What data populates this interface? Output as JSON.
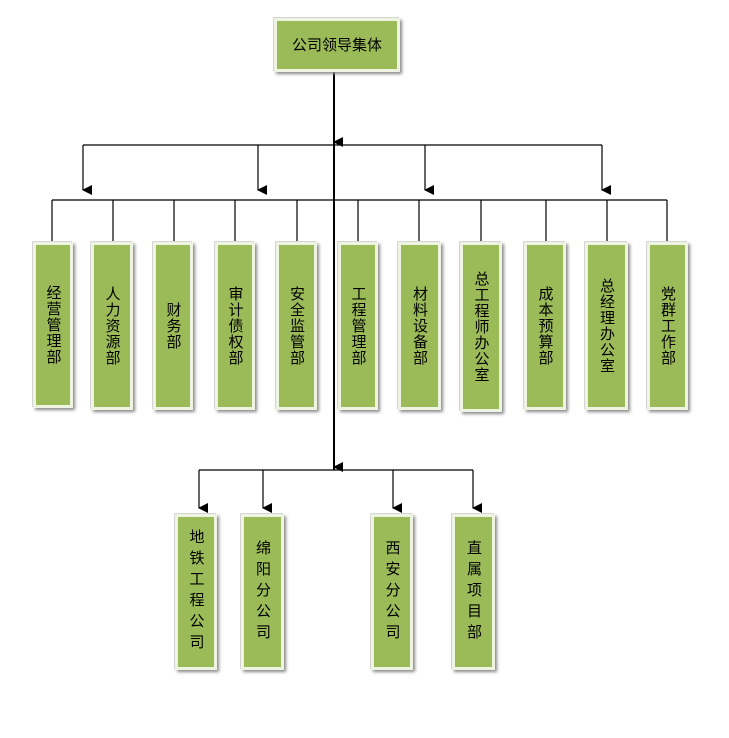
{
  "root": {
    "label": "公司领导集体"
  },
  "departments": [
    {
      "label": "经营管理部"
    },
    {
      "label": "人力资源部"
    },
    {
      "label": "财务部"
    },
    {
      "label": "审计债权部"
    },
    {
      "label": "安全监管部"
    },
    {
      "label": "工程管理部"
    },
    {
      "label": "材料设备部"
    },
    {
      "label": "总工程师办公室"
    },
    {
      "label": "成本预算部"
    },
    {
      "label": "总经理办公室"
    },
    {
      "label": "党群工作部"
    }
  ],
  "branches": [
    {
      "label": "地铁工程公司"
    },
    {
      "label": "绵阳分公司"
    },
    {
      "label": "西安分公司"
    },
    {
      "label": "直属项目部"
    }
  ],
  "colors": {
    "node_fill": "#9bbb59",
    "node_border": "#eef3e2",
    "connector": "#000000"
  }
}
